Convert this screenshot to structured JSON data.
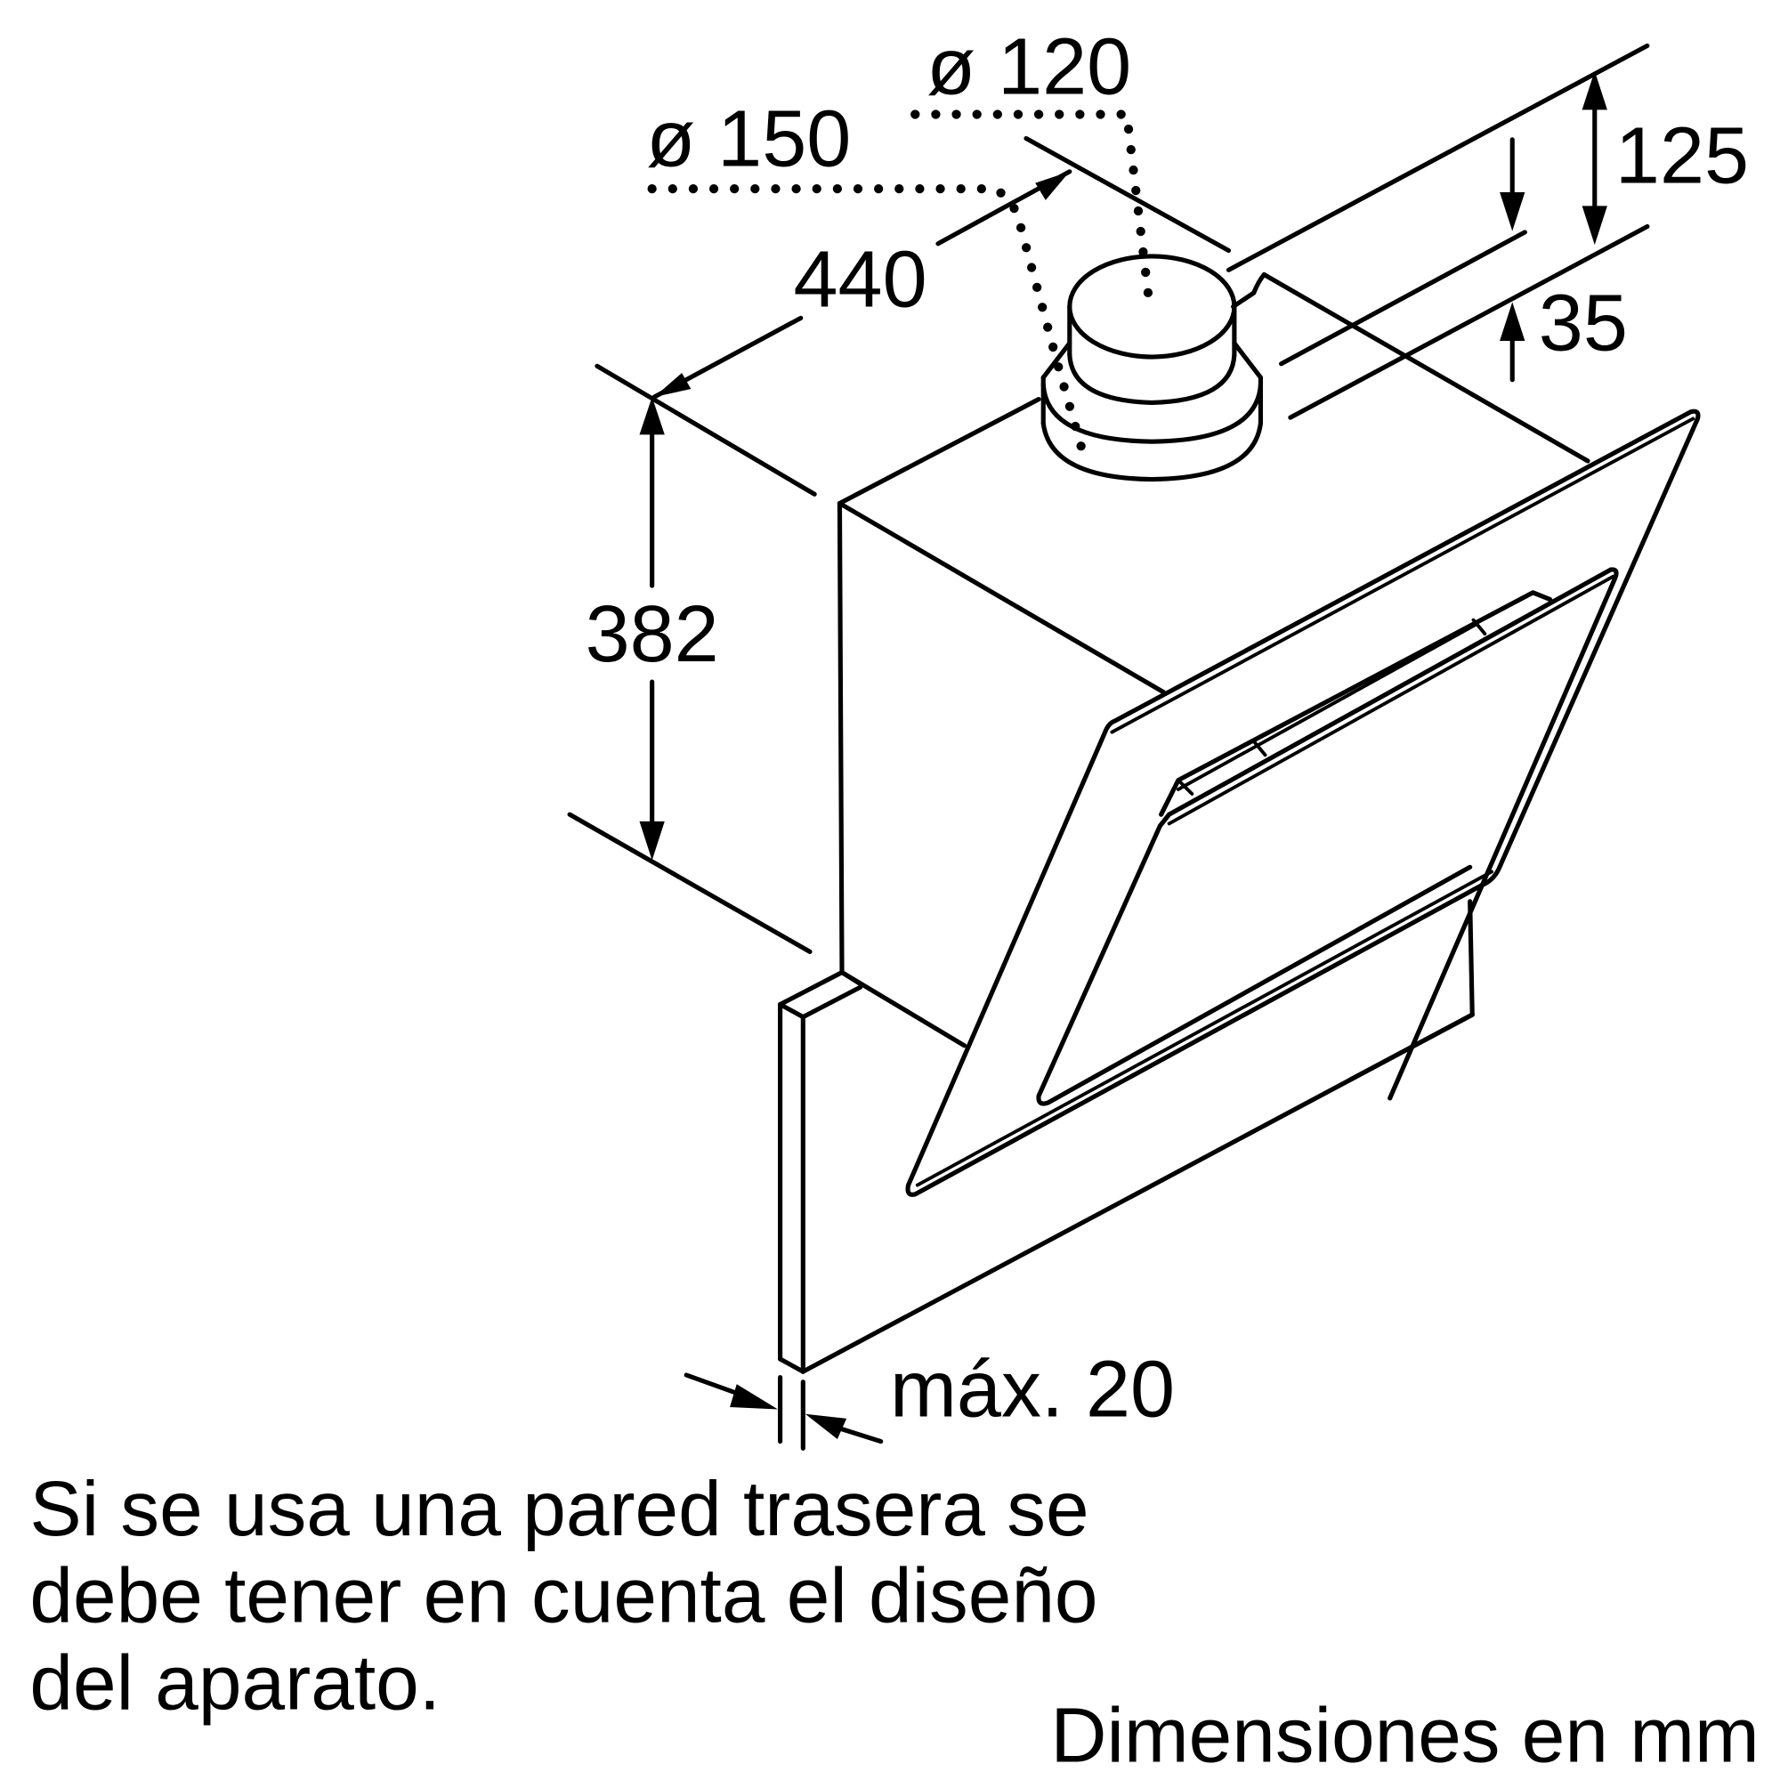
{
  "diagram": {
    "type": "technical-dimension-drawing",
    "subject": "inclined wall-mounted cooker hood",
    "unit": "mm"
  },
  "dimensions": {
    "duct_outer_diameter": "ø 150",
    "duct_inner_diameter": "ø 120",
    "depth": "440",
    "height": "382",
    "top_offset": "125",
    "duct_offset": "35",
    "backwall_thickness": "máx. 20"
  },
  "notes": {
    "backwall_line1": "Si se usa una pared trasera se",
    "backwall_line2": "debe tener en cuenta el diseño",
    "backwall_line3": "del aparato.",
    "units_label": "Dimensiones en mm"
  },
  "colors": {
    "line": "#000000",
    "background": "#ffffff"
  }
}
